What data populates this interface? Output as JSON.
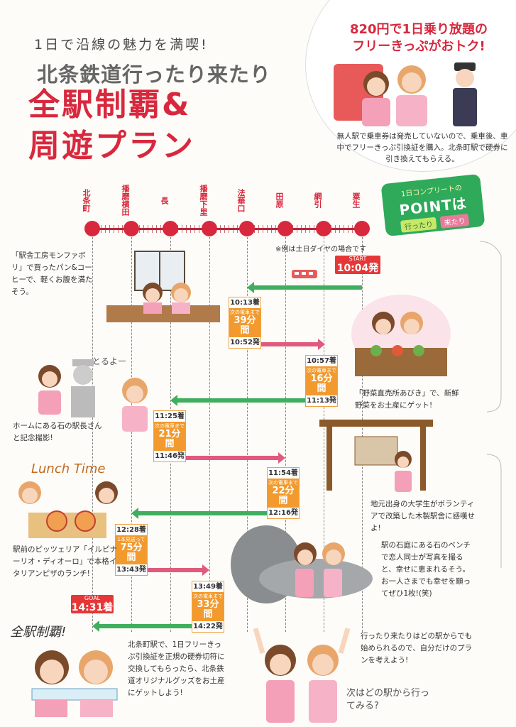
{
  "header": {
    "tagline": "1日で沿線の魅力を満喫!",
    "title_line1": "北条鉄道行ったり来たり",
    "title_line2": "全駅制覇&",
    "title_line3": "周遊プラン"
  },
  "ticket": {
    "headline": "820円で1日乗り放題の",
    "headline2": "フリーきっぷがおトク!",
    "note": "無人駅で乗車券は発売していないので、乗車後、車中でフリーきっぷ引換証を購入。北条町駅で硬券に引き換えてもらえる。"
  },
  "point_badge": {
    "small": "1日コンプリートの",
    "big": "POINTは",
    "go": "行ったり",
    "back": "来たり"
  },
  "stations": [
    "北条町",
    "播磨横田",
    "長",
    "播磨下里",
    "法華口",
    "田原",
    "網引",
    "粟生"
  ],
  "example_note": "※例は土日ダイヤの場合です",
  "start": {
    "label": "START",
    "time": "10:04発"
  },
  "goal": {
    "label": "GOAL",
    "time": "14:31着"
  },
  "stops": [
    {
      "arr": "10:13着",
      "wait_label": "次の電車まで",
      "wait": "39分間",
      "dep": "10:52発"
    },
    {
      "arr": "10:57着",
      "wait_label": "次の電車まで",
      "wait": "16分間",
      "dep": "11:13発"
    },
    {
      "arr": "11:25着",
      "wait_label": "次の電車まで",
      "wait": "21分間",
      "dep": "11:46発"
    },
    {
      "arr": "11:54着",
      "wait_label": "次の電車まで",
      "wait": "22分間",
      "dep": "12:16発"
    },
    {
      "arr": "12:28着",
      "wait_label": "1本見送って",
      "wait": "75分間",
      "dep": "13:43発"
    },
    {
      "arr": "13:49着",
      "wait_label": "次の電車まで",
      "wait": "33分間",
      "dep": "14:22発"
    }
  ],
  "captions": {
    "bakery": "「駅舎工房モンファボリ」で買ったパン&コーヒーで、軽くお腹を満たそう。",
    "vegetable": "「野菜直売所あびき」で、新鮮野菜をお土産にゲット!",
    "stationmaster": "ホームにある石の駅長さんと記念撮影!",
    "wooden_station": "地元出身の大学生がボランティアで改築した木製駅舎に感嘆せよ!",
    "pizza": "駅前のピッツェリア「イルピナーリオ・ディオーロ」で本格イタリアンピザのランチ!",
    "bench": "駅の石庭にある石のベンチで恋人同士が写真を撮ると、幸せに恵まれるそう。お一人さまでも幸せを願ってぜひ1枚!(笑)",
    "goods": "北条町駅で、1日フリーきっぷ引換証を正規の硬券切符に交換してもらったら、北条鉄道オリジナルグッズをお土産にゲットしよう!",
    "anystation": "行ったり来たりはどの駅からでも始められるので、自分だけのプランを考えよう!"
  },
  "handwriting": {
    "lunch": "Lunch Time",
    "toruyo": "とるよー",
    "complete": "全駅制覇!",
    "next": "次はどの駅から行ってみる?"
  }
}
